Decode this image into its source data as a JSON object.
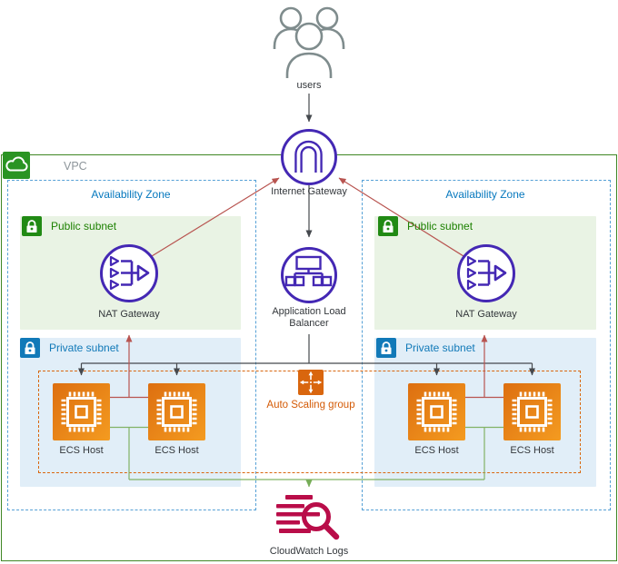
{
  "diagram": {
    "users_label": "users",
    "vpc": {
      "label": "VPC"
    },
    "availability_zones": [
      {
        "label": "Availability Zone"
      },
      {
        "label": "Availability Zone"
      }
    ],
    "subnets": {
      "public_left": "Public subnet",
      "public_right": "Public subnet",
      "private_left": "Private subnet",
      "private_right": "Private subnet"
    },
    "nodes": {
      "internet_gateway": "Internet Gateway",
      "application_load_balancer": "Application Load Balancer",
      "nat_gateway_left": "NAT Gateway",
      "nat_gateway_right": "NAT Gateway",
      "auto_scaling_group": "Auto Scaling group",
      "cloudwatch_logs": "CloudWatch Logs",
      "ecs_hosts": [
        "ECS Host",
        "ECS Host",
        "ECS Host",
        "ECS Host"
      ]
    },
    "colors": {
      "vpc_border": "#3f8624",
      "az_border": "#55a0d6",
      "public_subnet_bg": "#e9f3e4",
      "private_subnet_bg": "#e1eef8",
      "gateway_purple": "#4428b4",
      "ecs_orange_dark": "#dd6f10",
      "ecs_orange_light": "#f49b20",
      "asg_orange": "#d9660e",
      "cloudwatch_crimson": "#b90d49",
      "flow_red": "#b85450",
      "flow_green": "#82b366",
      "flow_gray": "#45494e",
      "label_blue": "#0678be",
      "label_green": "#1d8102",
      "users_gray": "#7f8c8d"
    }
  }
}
